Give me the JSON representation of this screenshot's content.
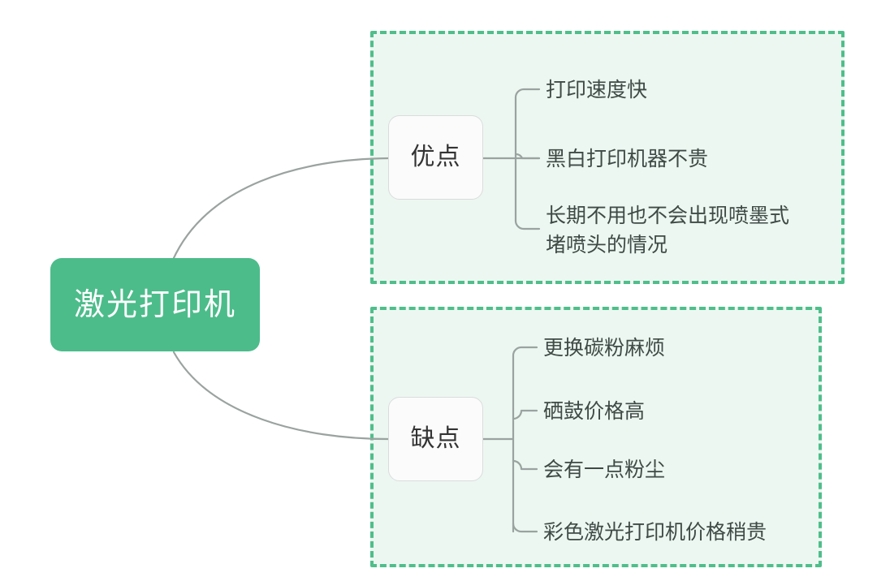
{
  "diagram": {
    "type": "mind-map",
    "title_node": {
      "label": "激光打印机",
      "fill_color": "#4cbc8a",
      "text_color": "#ffffff"
    },
    "panel_style": {
      "fill_color": "#edf7f1",
      "border_color": "#4fbe8b",
      "border_style": "dashed"
    },
    "connector_color": "#9aa3a0",
    "branches": [
      {
        "id": "advantages",
        "label": "优点",
        "items": [
          {
            "text": "打印速度快"
          },
          {
            "text": "黑白打印机器不贵"
          },
          {
            "text": "长期不用也不会出现喷墨式\n堵喷头的情况"
          }
        ]
      },
      {
        "id": "disadvantages",
        "label": "缺点",
        "items": [
          {
            "text": "更换碳粉麻烦"
          },
          {
            "text": "硒鼓价格高"
          },
          {
            "text": "会有一点粉尘"
          },
          {
            "text": "彩色激光打印机价格稍贵"
          }
        ]
      }
    ]
  }
}
